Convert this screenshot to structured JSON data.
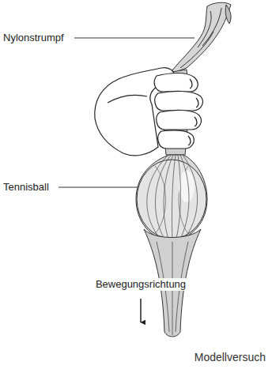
{
  "diagram": {
    "caption": "Modellversuch",
    "labels": [
      "Nylonstrumpf",
      "Tennisball",
      "Bewegungsrichtung"
    ]
  }
}
